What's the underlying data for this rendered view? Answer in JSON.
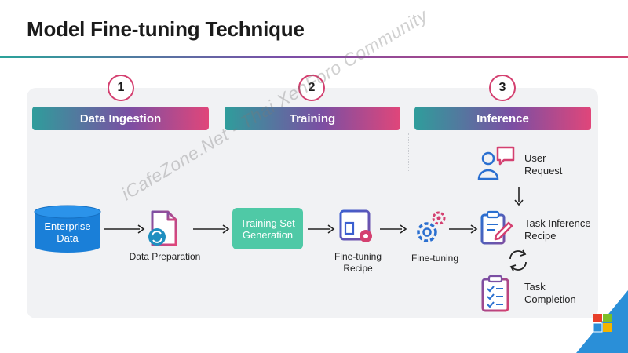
{
  "title": "Model Fine-tuning Technique",
  "phases": [
    {
      "number": "1",
      "label": "Data Ingestion"
    },
    {
      "number": "2",
      "label": "Training"
    },
    {
      "number": "3",
      "label": "Inference"
    }
  ],
  "nodes": {
    "enterprise_data": "Enterprise Data",
    "data_preparation": "Data Preparation",
    "training_set_generation": "Training Set Generation",
    "fine_tuning_recipe": "Fine-tuning Recipe",
    "fine_tuning": "Fine-tuning",
    "user_request": "User Request",
    "task_inference_recipe": "Task Inference Recipe",
    "task_completion": "Task Completion"
  },
  "watermark": "iCafeZone.Net - Thai XenForo Community",
  "colors": {
    "gradient_start": "#2f9d9b",
    "gradient_mid": "#7b4fa3",
    "gradient_end": "#e0467a",
    "database_blue": "#1a7fd8",
    "training_set_green": "#4fc9a6"
  }
}
